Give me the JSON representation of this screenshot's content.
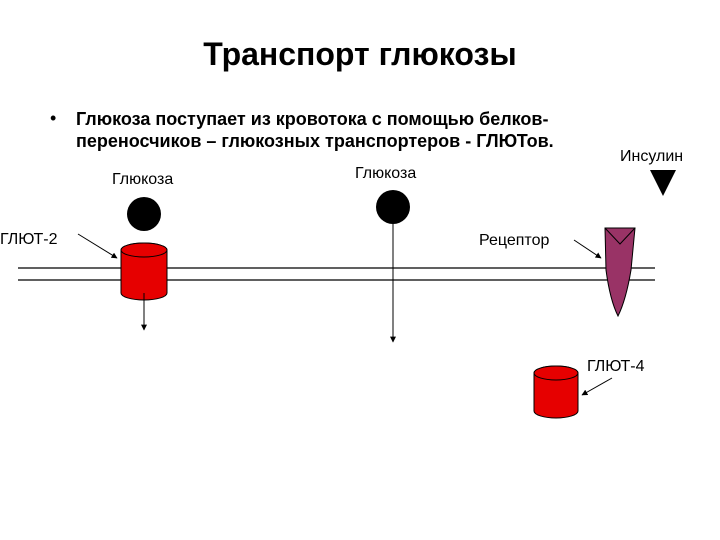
{
  "slide": {
    "title": "Транспорт глюкозы",
    "bullet_marker": "•",
    "bullet_text": "Глюкоза поступает из кровотока с помощью белков-переносчиков – глюкозных транспортеров - ГЛЮТов."
  },
  "labels": {
    "glucose_left": "Глюкоза",
    "glucose_middle": "Глюкоза",
    "insulin": "Инсулин",
    "glut2": "ГЛЮТ-2",
    "receptor": "Рецептор",
    "glut4": "ГЛЮТ-4"
  },
  "colors": {
    "transporter": "#e60000",
    "receptor": "#993366",
    "molecule": "#000000",
    "membrane": "#000000"
  }
}
